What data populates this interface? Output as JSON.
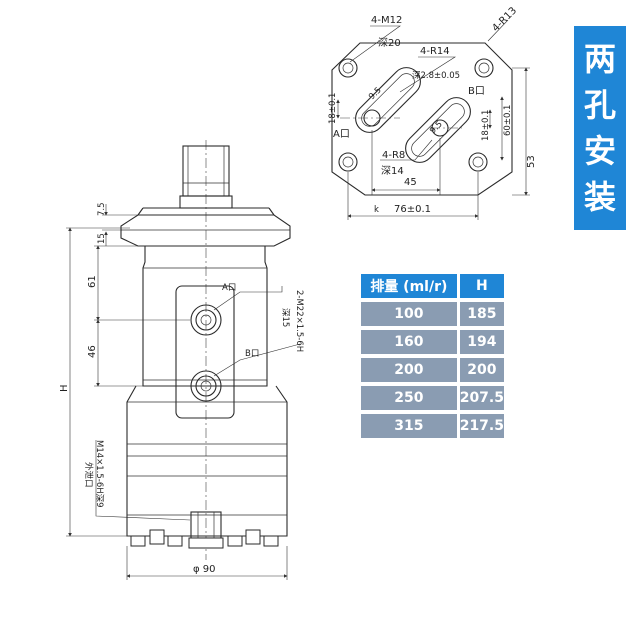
{
  "badge": {
    "lines": [
      "两",
      "孔",
      "安",
      "装"
    ]
  },
  "flange_view": {
    "thread_holes": "4-M12",
    "thread_depth": "深20",
    "corner_radius": "4-R13",
    "slot_radius": "4-R14",
    "slot_depth": "深2.8±0.05",
    "inner_dia": "9.5",
    "port_a": "A口",
    "port_b": "B口",
    "small_radius": "4-R8",
    "small_depth": "深14",
    "dim_18_left": "18±0.1",
    "dim_18_right": "18±0.1",
    "dim_60": "60±0.1",
    "dim_53": "53",
    "dim_45": "45",
    "dim_76": "76±0.1",
    "mark_k": "k"
  },
  "side_view": {
    "dim_7_5": "7.5",
    "dim_15": "15",
    "dim_61": "61",
    "dim_46": "46",
    "dim_h": "H",
    "port_a": "A口",
    "port_b": "B口",
    "port_thread": "2-M22×1.5-6H",
    "port_depth": "深15",
    "drain_thread": "M14×1.5-6H深9",
    "drain_label": "外泄口",
    "dim_dia90": "φ 90"
  },
  "spec_table": {
    "header_displacement": "排量 (ml/r)",
    "header_h": "H",
    "rows": [
      {
        "displacement": "100",
        "h": "185"
      },
      {
        "displacement": "160",
        "h": "194"
      },
      {
        "displacement": "200",
        "h": "200"
      },
      {
        "displacement": "250",
        "h": "207.5"
      },
      {
        "displacement": "315",
        "h": "217.5"
      }
    ]
  }
}
